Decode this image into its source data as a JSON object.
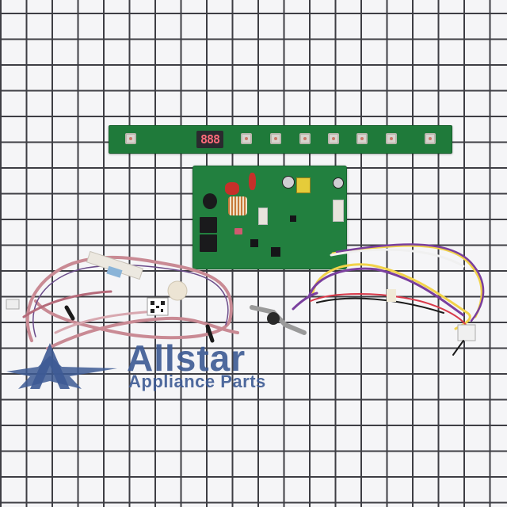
{
  "image": {
    "description": "Product photo of dishwasher control board kit on a gridded background",
    "background": {
      "grid_line_color": "#3e3e44",
      "paper_color": "#f5f5f7"
    }
  },
  "items": {
    "user_interface_board": {
      "display_text": "888",
      "button_count": 8,
      "color": "#1f7a3a"
    },
    "main_control_board": {
      "color": "#22803f"
    },
    "left_wire_harness": {
      "has_qr_label": true,
      "has_sensor": true
    },
    "right_wire_harness": {
      "wire_colors": [
        "#f2d34a",
        "#7a3f9e",
        "#d83a4a",
        "#ffffff",
        "#1a1a1a"
      ]
    },
    "thermostat": {
      "color": "#9a9a9a"
    }
  },
  "watermark": {
    "brand": "Allstar",
    "tagline": "Appliance Parts",
    "color": "#3d5a94"
  }
}
